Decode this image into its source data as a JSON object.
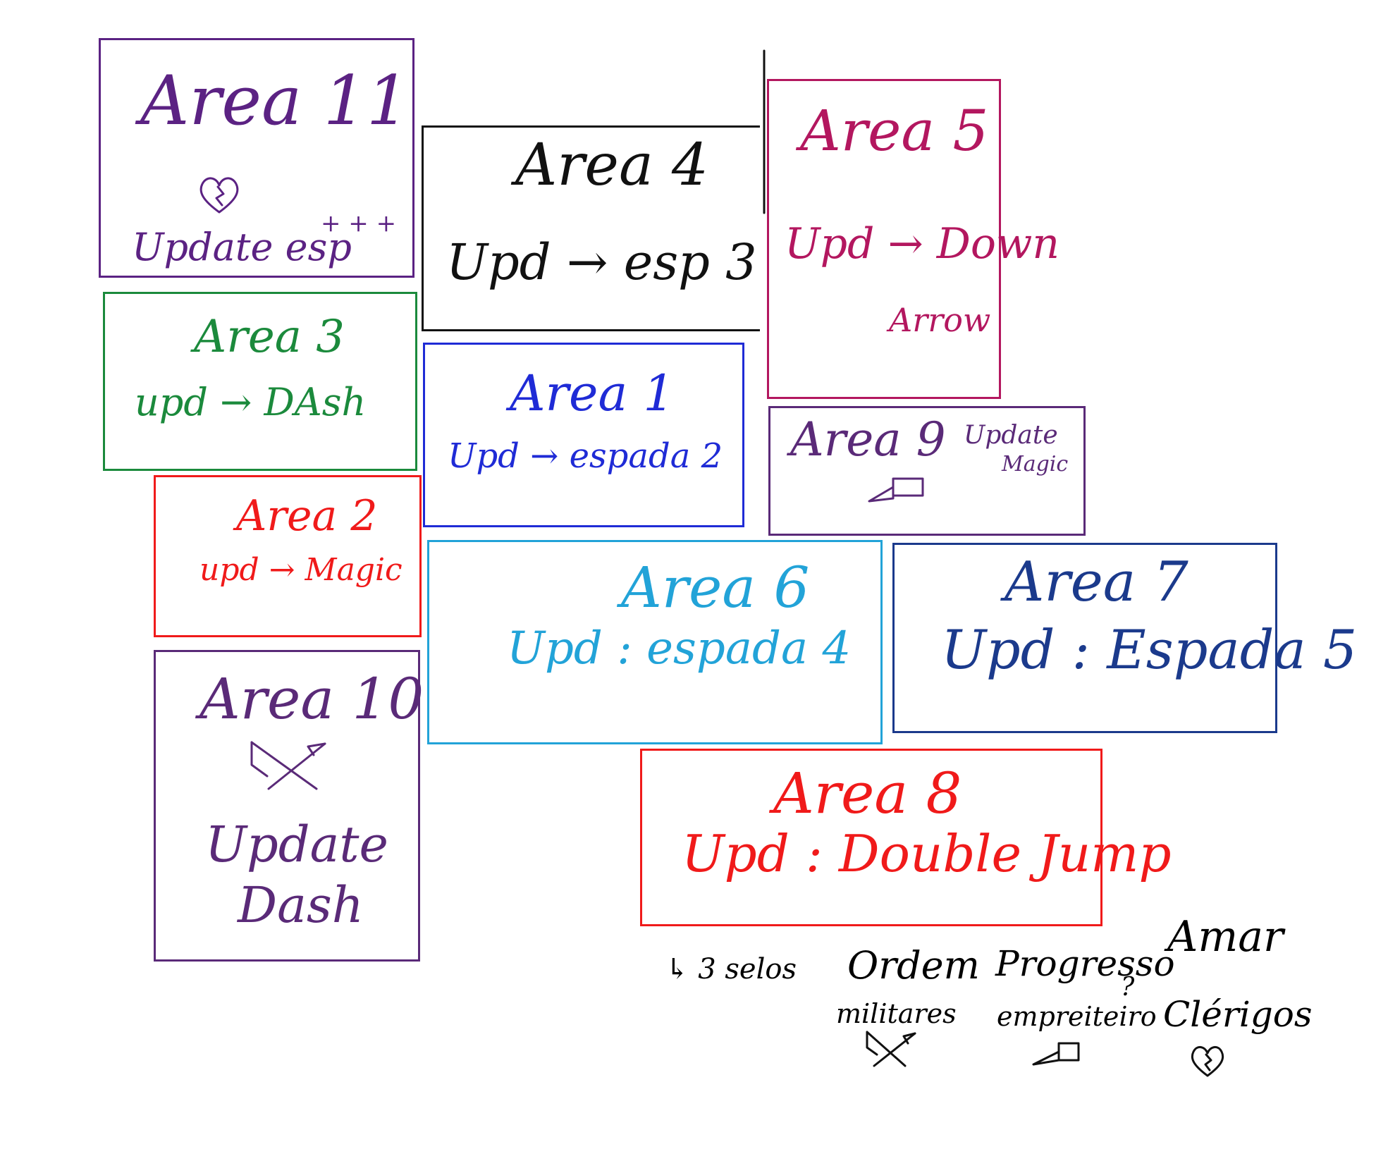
{
  "colors": {
    "purple": "#5b2283",
    "black": "#111111",
    "magenta": "#b3175f",
    "green": "#1b8a3c",
    "blue": "#1f2bd6",
    "red": "#f01a1a",
    "plum": "#5a2a78",
    "sky": "#22a3d8",
    "navy": "#1b3a8c"
  },
  "areas": {
    "a11": {
      "title": "Area 11",
      "upd": "Update esp",
      "extra": "+ + +",
      "icon": "heart-icon"
    },
    "a4": {
      "title": "Area 4",
      "upd": "Upd → esp 3"
    },
    "a5": {
      "title": "Area 5",
      "upd": "Upd → Down",
      "upd2": "Arrow"
    },
    "a3": {
      "title": "Area 3",
      "upd": "upd → DAsh"
    },
    "a1": {
      "title": "Area 1",
      "upd": "Upd → espada 2"
    },
    "a9": {
      "title": "Area 9",
      "upd": "Update",
      "upd2": "Magic",
      "icon": "scroll-icon"
    },
    "a2": {
      "title": "Area 2",
      "upd": "upd → Magic"
    },
    "a6": {
      "title": "Area 6",
      "upd": "Upd : espada 4"
    },
    "a7": {
      "title": "Area 7",
      "upd": "Upd : Espada 5"
    },
    "a10": {
      "title": "Area 10",
      "upd": "Update",
      "upd2": "Dash",
      "icon": "crossed-swords-icon"
    },
    "a8": {
      "title": "Area 8",
      "upd": "Upd : Double Jump"
    }
  },
  "notes": {
    "selos": "↳ 3 selos",
    "ordem": "Ordem",
    "militares": "militares",
    "progresso": "Progresso",
    "question": "?",
    "empreiteiro": "empreiteiro",
    "amar": "Amar",
    "clerigos": "Clérigos",
    "icons": [
      "crossed-swords-icon",
      "scroll-icon",
      "heart-icon"
    ]
  }
}
